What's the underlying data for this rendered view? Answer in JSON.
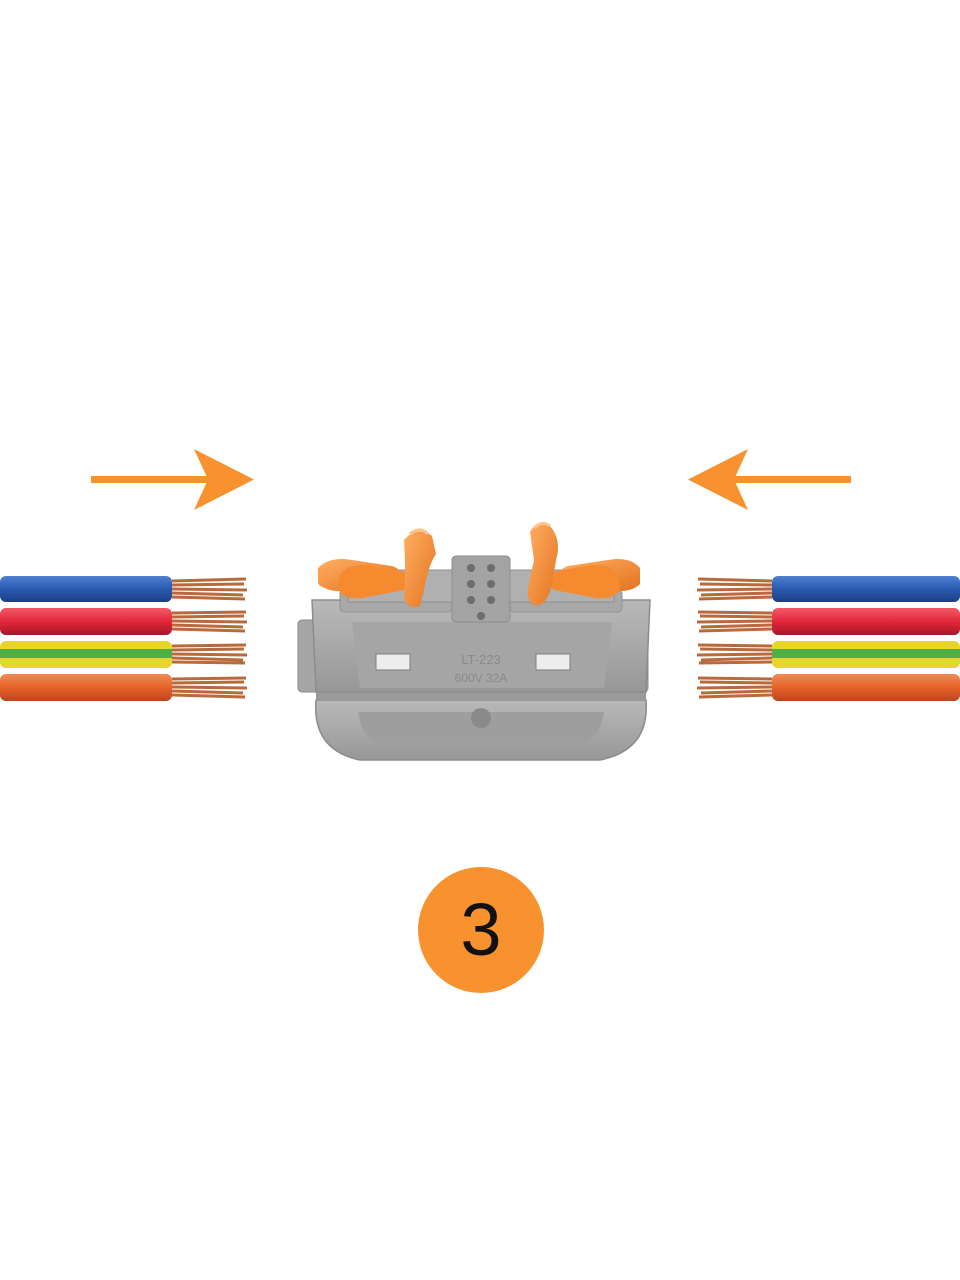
{
  "step": {
    "number": "3"
  },
  "connector": {
    "model_label": "LT-223",
    "rating_label": "600V 32A"
  },
  "colors": {
    "accent": "#F7922E",
    "body_gray": "#A9A9A9",
    "lever_orange": "#F68A2E",
    "copper": "#B96A3C",
    "wire_blue": "#2B5BB0",
    "wire_red": "#E2283A",
    "wire_yellow": "#E7D52A",
    "wire_green": "#4FAE44",
    "wire_orange": "#E8622A"
  },
  "arrows": [
    {
      "direction": "right",
      "icon": "arrow-right-icon"
    },
    {
      "direction": "left",
      "icon": "arrow-left-icon"
    }
  ],
  "wires": [
    "blue",
    "red",
    "yellow-green",
    "orange"
  ]
}
